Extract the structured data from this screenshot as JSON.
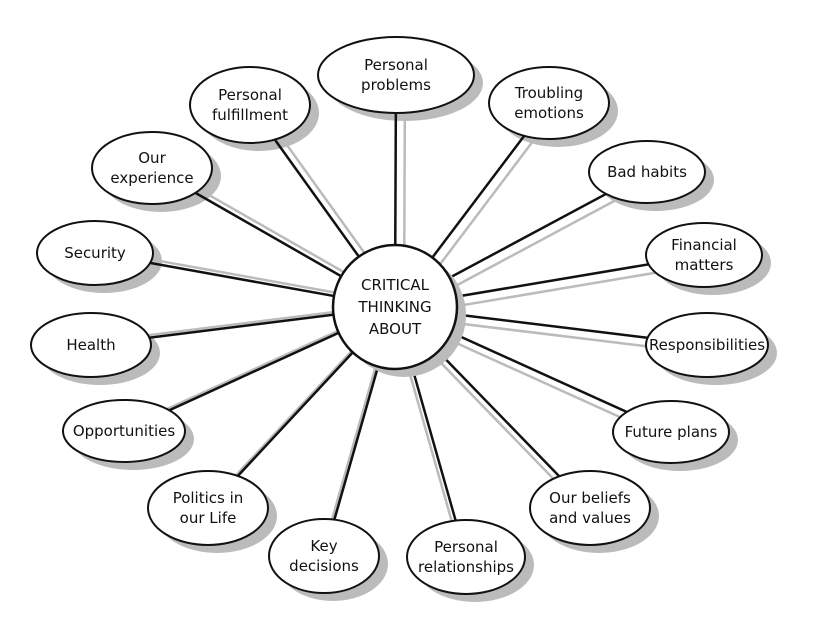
{
  "center": {
    "lines": [
      "CRITICAL",
      "THINKING",
      "ABOUT"
    ]
  },
  "nodes": [
    {
      "id": "personal-problems",
      "lines": [
        "Personal",
        "problems"
      ]
    },
    {
      "id": "troubling-emotions",
      "lines": [
        "Troubling",
        "emotions"
      ]
    },
    {
      "id": "bad-habits",
      "lines": [
        "Bad habits"
      ]
    },
    {
      "id": "financial-matters",
      "lines": [
        "Financial",
        "matters"
      ]
    },
    {
      "id": "responsibilities",
      "lines": [
        "Responsibilities"
      ]
    },
    {
      "id": "future-plans",
      "lines": [
        "Future plans"
      ]
    },
    {
      "id": "our-beliefs-and-values",
      "lines": [
        "Our beliefs",
        "and values"
      ]
    },
    {
      "id": "personal-relationships",
      "lines": [
        "Personal",
        "relationships"
      ]
    },
    {
      "id": "key-decisions",
      "lines": [
        "Key",
        "decisions"
      ]
    },
    {
      "id": "politics-in-our-life",
      "lines": [
        "Politics in",
        "our Life"
      ]
    },
    {
      "id": "opportunities",
      "lines": [
        "Opportunities"
      ]
    },
    {
      "id": "health",
      "lines": [
        "Health"
      ]
    },
    {
      "id": "security",
      "lines": [
        "Security"
      ]
    },
    {
      "id": "our-experience",
      "lines": [
        "Our",
        "experience"
      ]
    },
    {
      "id": "personal-fulfillment",
      "lines": [
        "Personal",
        "fulfillment"
      ]
    }
  ],
  "colors": {
    "line": "#111111",
    "shadow": "#bbbbbb",
    "fill": "#ffffff"
  }
}
